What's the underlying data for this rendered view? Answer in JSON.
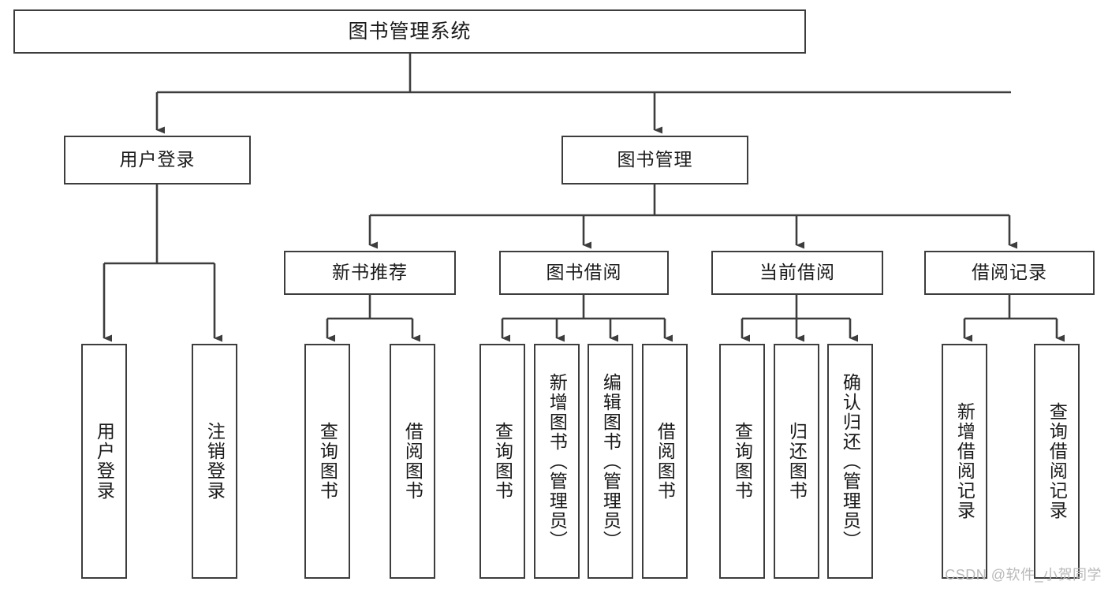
{
  "diagram": {
    "title": "图书管理系统",
    "watermark": "CSDN @软件_小贺同学",
    "root": {
      "label": "图书管理系统"
    },
    "level1": [
      {
        "label": "用户登录"
      },
      {
        "label": "图书管理"
      }
    ],
    "level2": [
      {
        "label": "新书推荐"
      },
      {
        "label": "图书借阅"
      },
      {
        "label": "当前借阅"
      },
      {
        "label": "借阅记录"
      }
    ],
    "leaves": {
      "user_login": [
        {
          "label": "用户登录"
        },
        {
          "label": "注销登录"
        }
      ],
      "new_book": [
        {
          "label": "查询图书"
        },
        {
          "label": "借阅图书"
        }
      ],
      "book_borrow": [
        {
          "label": "查询图书"
        },
        {
          "label": "新增图书（管理员）"
        },
        {
          "label": "编辑图书（管理员）"
        },
        {
          "label": "借阅图书"
        }
      ],
      "current_borrow": [
        {
          "label": "查询图书"
        },
        {
          "label": "归还图书"
        },
        {
          "label": "确认归还（管理员）"
        }
      ],
      "borrow_record": [
        {
          "label": "新增借阅记录"
        },
        {
          "label": "查询借阅记录"
        }
      ]
    },
    "colors": {
      "stroke": "#3d3d3d",
      "text": "#1a1a1a",
      "background": "#ffffff",
      "watermark": "#b9b9b9"
    }
  }
}
